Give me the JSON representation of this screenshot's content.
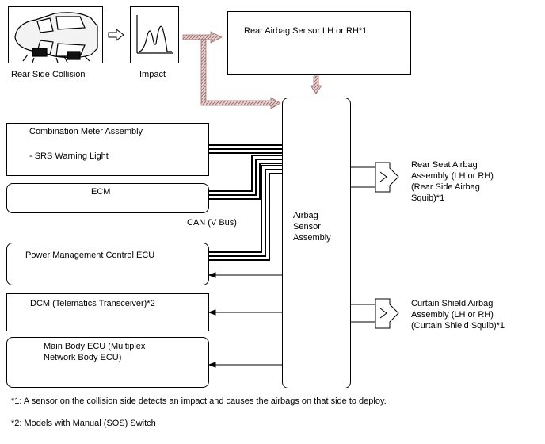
{
  "inputs": {
    "collision_label": "Rear Side Collision",
    "impact_label": "Impact"
  },
  "sensor": {
    "rear_airbag_sensor": "Rear Airbag Sensor LH or RH*1"
  },
  "center": {
    "airbag_sensor_assembly": "Airbag\nSensor\nAssembly"
  },
  "left_boxes": {
    "combination_meter": {
      "title": "Combination Meter Assembly",
      "item": "- SRS Warning Light"
    },
    "ecm": "ECM",
    "can_bus": "CAN (V Bus)",
    "power_mgmt": "Power Management Control ECU",
    "dcm": "DCM (Telematics Transceiver)*2",
    "main_body": "Main Body ECU (Multiplex\nNetwork Body ECU)"
  },
  "right_outputs": {
    "rear_seat_airbag": "Rear Seat Airbag\nAssembly (LH or RH)\n(Rear Side Airbag\nSquib)*1",
    "curtain_shield": "Curtain Shield Airbag\nAssembly (LH or RH)\n(Curtain Shield Squib)*1"
  },
  "footnotes": {
    "note1": "*1: A sensor on the collision side detects an impact and causes the airbags on that side to deploy.",
    "note2": "*2: Models with Manual (SOS) Switch"
  },
  "colors": {
    "hatched_arrow": "#c9a8a8",
    "line": "#000000"
  }
}
